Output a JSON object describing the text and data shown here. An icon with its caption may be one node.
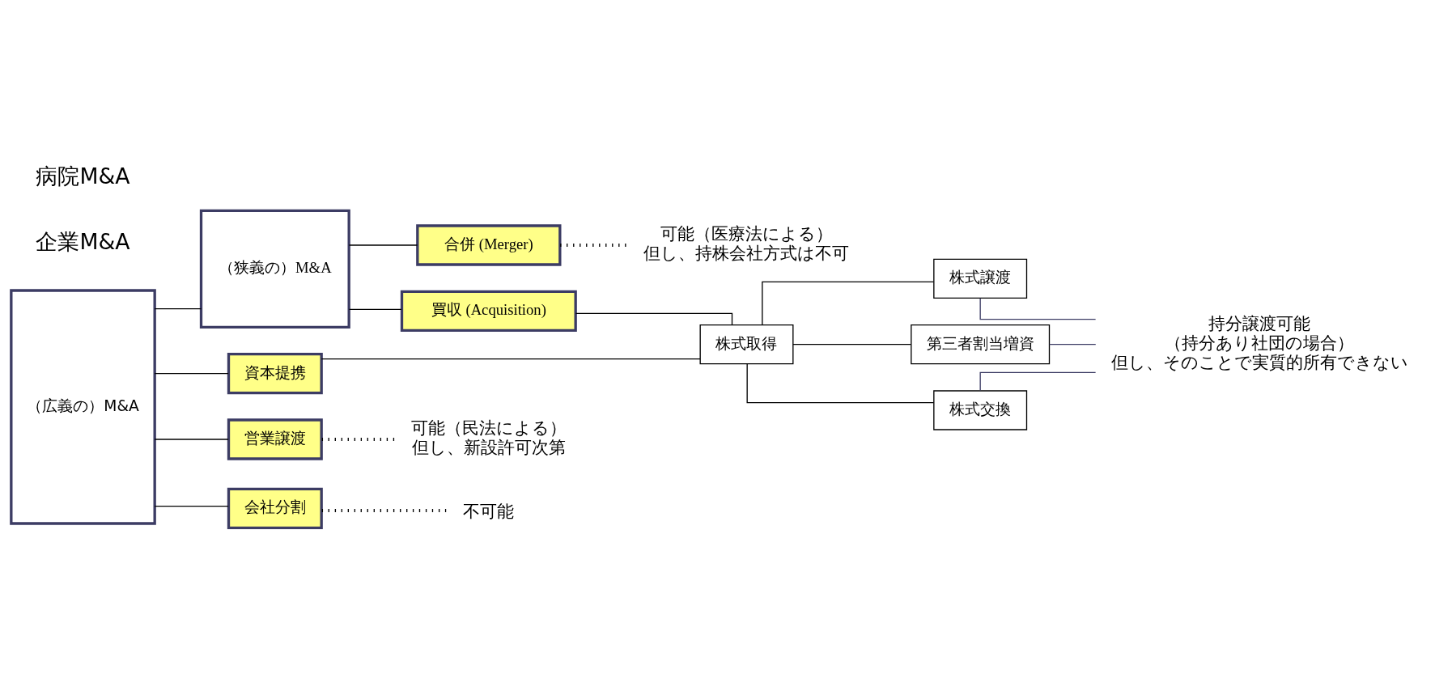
{
  "diagram": {
    "nodes": [
      {
        "text": [
          "（広義の）M&A"
        ]
      },
      {
        "text": [
          "（狭義の）M&A"
        ]
      },
      {
        "text": [
          "合併 (Merger)"
        ]
      },
      {
        "text": [
          "買収 (Acquisition)"
        ]
      },
      {
        "text": [
          "資本提携"
        ]
      },
      {
        "text": [
          "営業譲渡"
        ]
      },
      {
        "text": [
          "会社分割"
        ]
      },
      {
        "text": [
          "株式取得"
        ]
      },
      {
        "text": [
          "株式譲渡"
        ]
      },
      {
        "text": [
          "第三者割当増資"
        ]
      },
      {
        "text": [
          "株式交換"
        ]
      },
      {
        "text": [
          "可能（医療法による）",
          "但し、持株会社方式は不可"
        ]
      },
      {
        "text": [
          "持分譲渡可能",
          "（持分あり社団の場合）",
          "但し、そのことで実質的所有できない"
        ]
      },
      {
        "text": [
          "可能（民法による）",
          "但し、新設許可次第"
        ]
      },
      {
        "text": [
          "不可能"
        ]
      }
    ],
    "edges": [
      {
        "from": 0,
        "to": 1,
        "arrow": "none"
      },
      {
        "from": 0,
        "to": 4,
        "arrow": "none"
      },
      {
        "from": 0,
        "to": 5,
        "arrow": "none"
      },
      {
        "from": 0,
        "to": 6,
        "arrow": "none"
      },
      {
        "from": 1,
        "to": 2,
        "arrow": "none"
      },
      {
        "from": 1,
        "to": 3,
        "arrow": "none"
      },
      {
        "from": 3,
        "to": 7,
        "arrow": "none"
      },
      {
        "from": 4,
        "to": 7,
        "arrow": "none"
      },
      {
        "from": 7,
        "to": 8,
        "arrow": "none"
      },
      {
        "from": 7,
        "to": 9,
        "arrow": "none"
      },
      {
        "from": 7,
        "to": 10,
        "arrow": "none"
      },
      {
        "from": 8,
        "to": 12,
        "arrow": "none",
        "color": "#3c3c64"
      },
      {
        "from": 9,
        "to": 12,
        "arrow": "none",
        "color": "#3c3c64"
      },
      {
        "from": 10,
        "to": 12,
        "arrow": "none",
        "color": "#3c3c64"
      },
      {
        "from": 2,
        "to": 11,
        "arrow": "none",
        "style": "dashed"
      },
      {
        "from": 5,
        "to": 13,
        "arrow": "none",
        "style": "dashed"
      },
      {
        "from": 6,
        "to": 14,
        "arrow": "none",
        "style": "dashed"
      }
    ],
    "labels": [
      "企業M&A",
      "病院M&A"
    ]
  }
}
